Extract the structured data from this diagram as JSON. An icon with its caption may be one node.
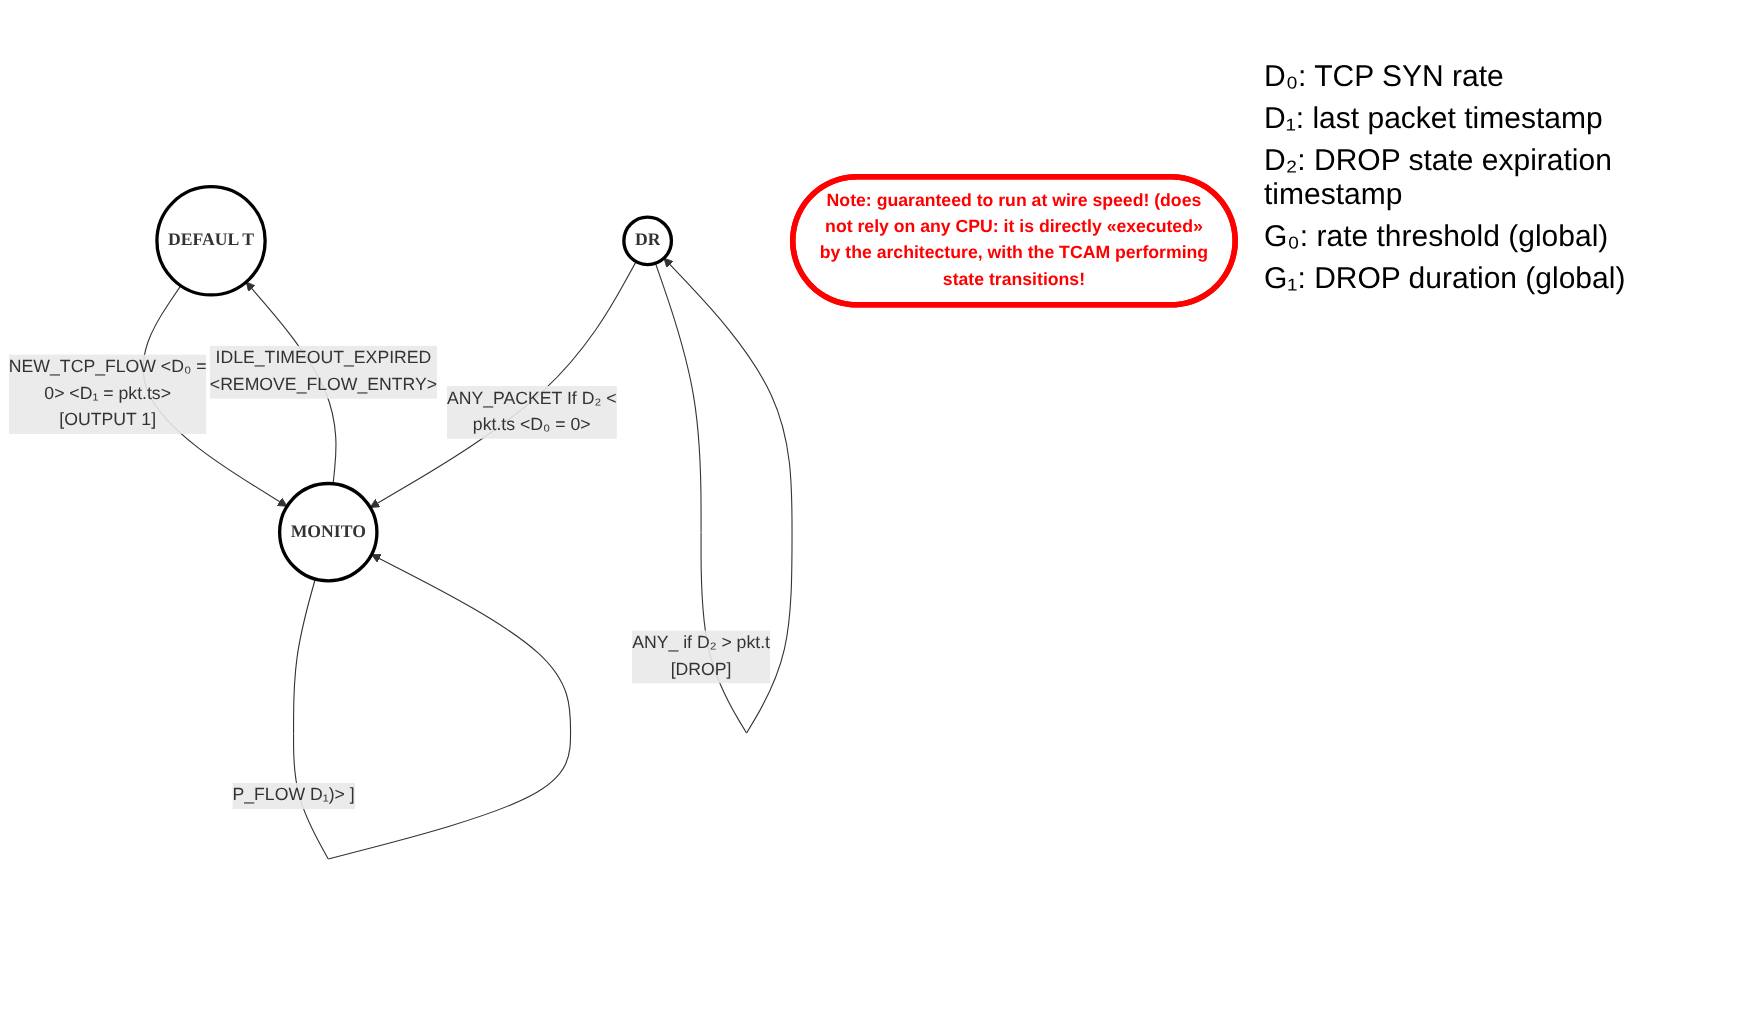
{
  "diagram": {
    "nodes": [
      {
        "text": [
          "DEFAUL T"
        ]
      },
      {
        "text": [
          "MONITO"
        ]
      },
      {
        "text": [
          "DR"
        ]
      },
      {
        "text": [
          "Note: guaranteed to run at wire speed! (does not rely on any CPU: it is directly «executed» by the architecture, with the TCAM performing state transitions!"
        ]
      }
    ],
    "edges": [
      {
        "from": 0,
        "to": 1,
        "arrow": "to",
        "label": "NEW_TCP_FLOW <D₀ = 0> <D₁ = pkt.ts> [OUTPUT 1]"
      },
      {
        "from": 1,
        "to": 0,
        "arrow": "to",
        "label": "IDLE_TIMEOUT_EXPIRED <REMOVE_FLOW_ENTRY>"
      },
      {
        "from": 2,
        "to": 1,
        "arrow": "to",
        "label": "ANY_PACKET If D₂ < pkt.ts <D₀ = 0>"
      },
      {
        "from": 1,
        "to": 1,
        "arrow": "to",
        "label": "P_FLOW D₁)> ]"
      },
      {
        "from": 2,
        "to": 2,
        "arrow": "to",
        "label": "ANY_ if D₂ > pkt.t [DROP]"
      }
    ],
    "labels": [
      "D₀: TCP SYN rate",
      "D₁: last packet timestamp",
      "D₂: DROP state expiration timestamp",
      "G₀: rate threshold (global)",
      "G₁: DROP duration (global)"
    ]
  }
}
